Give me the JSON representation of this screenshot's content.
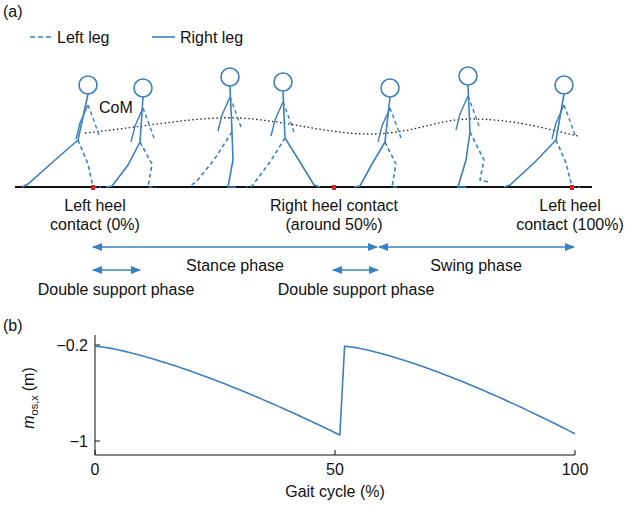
{
  "diagram": {
    "labels": [
      "(a)",
      "CoM",
      "Left heel contact (0%)",
      "Right heel contact (around 50%)",
      "Left heel contact (100%)",
      "Stance phase",
      "Swing phase",
      "Double support phase",
      "Double support phase",
      "(b)",
      "−0.2",
      "−1",
      "0",
      "50",
      "100",
      "Gait cycle (%)",
      "m",
      "os,x",
      "(m)"
    ],
    "legend": [
      {
        "text": "Left leg"
      },
      {
        "text": "Right leg"
      }
    ]
  }
}
